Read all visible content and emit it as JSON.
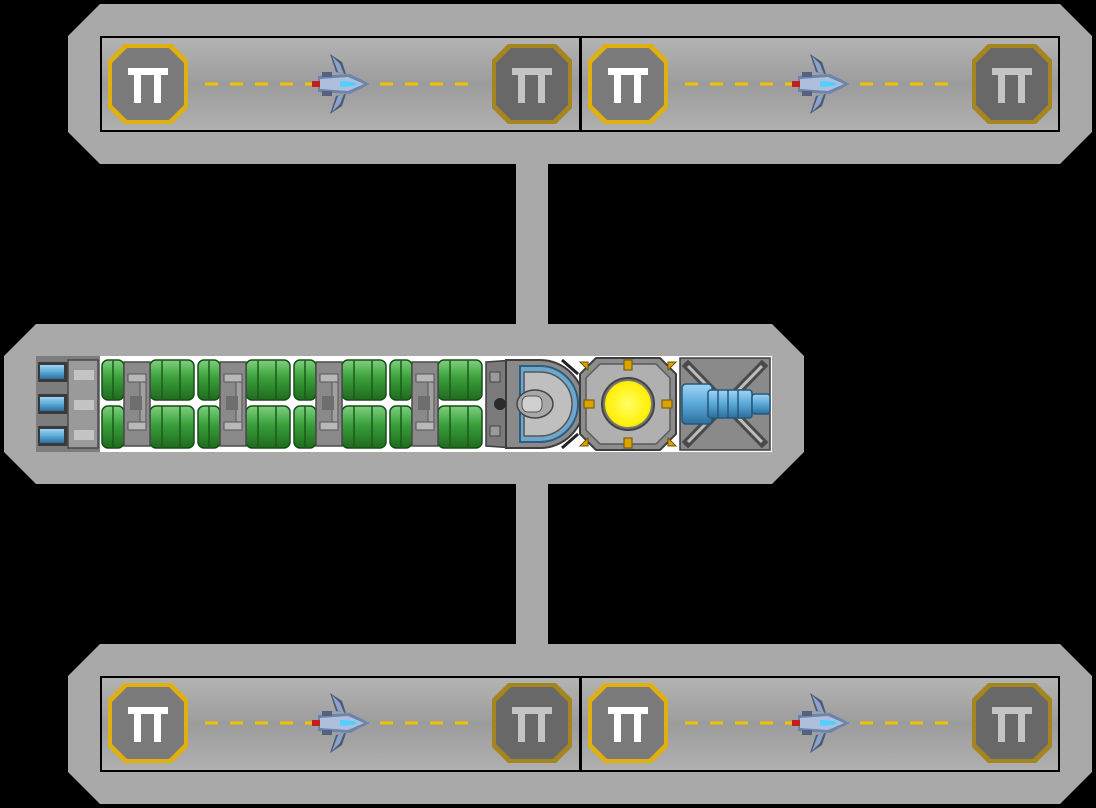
{
  "colors": {
    "background": "#000000",
    "hull": "#a9a9a9",
    "hull_edge": "#bdbdbd",
    "bay_floor": "#aeaeae",
    "runway_marker": "#f2c200",
    "pad_active": "#e0b010",
    "pad_inactive": "#6b6b6b",
    "fuel_green": "#3aa03a",
    "reactor_yellow": "#ffff00",
    "coolant_blue": "#5aa8d8"
  },
  "hangar_rows": [
    {
      "id": "top",
      "bays": [
        {
          "id": "top-left",
          "launch_pad_icon": "pi-icon",
          "landing_pad_icon": "pi-icon",
          "fighter_icon": "fighter-icon"
        },
        {
          "id": "top-right",
          "launch_pad_icon": "pi-icon",
          "landing_pad_icon": "pi-icon",
          "fighter_icon": "fighter-icon"
        }
      ]
    },
    {
      "id": "bottom",
      "bays": [
        {
          "id": "bottom-left",
          "launch_pad_icon": "pi-icon",
          "landing_pad_icon": "pi-icon",
          "fighter_icon": "fighter-icon"
        },
        {
          "id": "bottom-right",
          "launch_pad_icon": "pi-icon",
          "landing_pad_icon": "pi-icon",
          "fighter_icon": "fighter-icon"
        }
      ]
    }
  ],
  "core_module": {
    "components": [
      {
        "name": "thruster-block",
        "icon": "thruster-icon"
      },
      {
        "name": "fuel-tank",
        "icon": "fuel-tank-icon"
      },
      {
        "name": "fuel-tank",
        "icon": "fuel-tank-icon"
      },
      {
        "name": "fuel-tank",
        "icon": "fuel-tank-icon"
      },
      {
        "name": "fuel-tank",
        "icon": "fuel-tank-icon"
      },
      {
        "name": "cockpit",
        "icon": "cockpit-icon"
      },
      {
        "name": "reactor",
        "icon": "reactor-icon"
      },
      {
        "name": "cannon-turret",
        "icon": "cannon-icon"
      }
    ]
  }
}
